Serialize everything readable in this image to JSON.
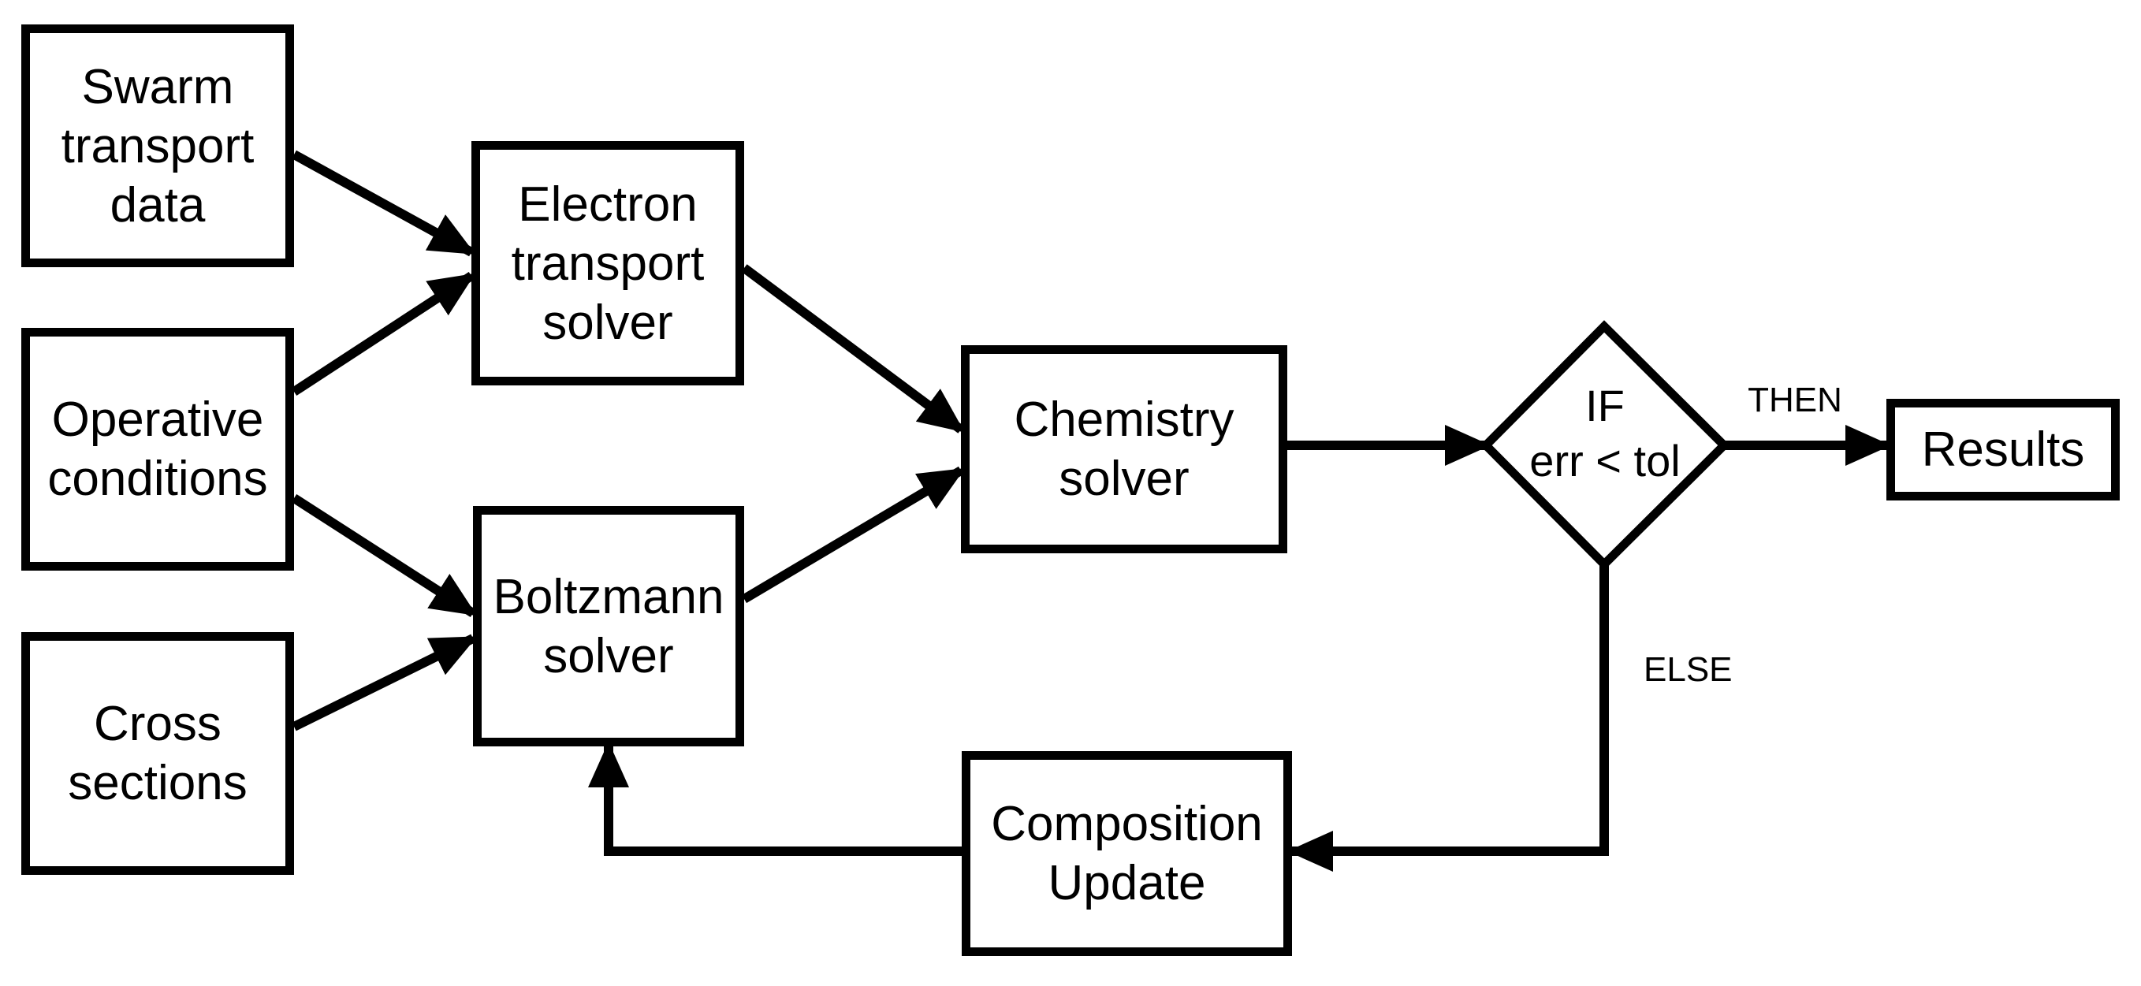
{
  "page": {
    "background_color": "#ffffff",
    "ink_color": "#000000"
  },
  "nodes": {
    "swarm": {
      "label": "Swarm\ntransport\ndata",
      "shape": "rect"
    },
    "operative": {
      "label": "Operative\nconditions",
      "shape": "rect"
    },
    "cross": {
      "label": "Cross\nsections",
      "shape": "rect"
    },
    "electron": {
      "label": "Electron\ntransport\nsolver",
      "shape": "rect"
    },
    "boltzmann": {
      "label": "Boltzmann\nsolver",
      "shape": "rect"
    },
    "chemistry": {
      "label": "Chemistry\nsolver",
      "shape": "rect"
    },
    "decision": {
      "label": "IF\nerr < tol",
      "shape": "diamond"
    },
    "results": {
      "label": "Results",
      "shape": "rect"
    },
    "composition": {
      "label": "Composition\nUpdate",
      "shape": "rect"
    }
  },
  "edge_labels": {
    "then": "THEN",
    "else": "ELSE"
  },
  "edges": [
    {
      "from": "swarm",
      "to": "electron"
    },
    {
      "from": "operative",
      "to": "electron"
    },
    {
      "from": "operative",
      "to": "boltzmann"
    },
    {
      "from": "cross",
      "to": "boltzmann"
    },
    {
      "from": "electron",
      "to": "chemistry"
    },
    {
      "from": "boltzmann",
      "to": "chemistry"
    },
    {
      "from": "chemistry",
      "to": "decision"
    },
    {
      "from": "decision",
      "to": "results",
      "label": "THEN"
    },
    {
      "from": "decision",
      "to": "composition",
      "label": "ELSE"
    },
    {
      "from": "composition",
      "to": "boltzmann"
    }
  ]
}
